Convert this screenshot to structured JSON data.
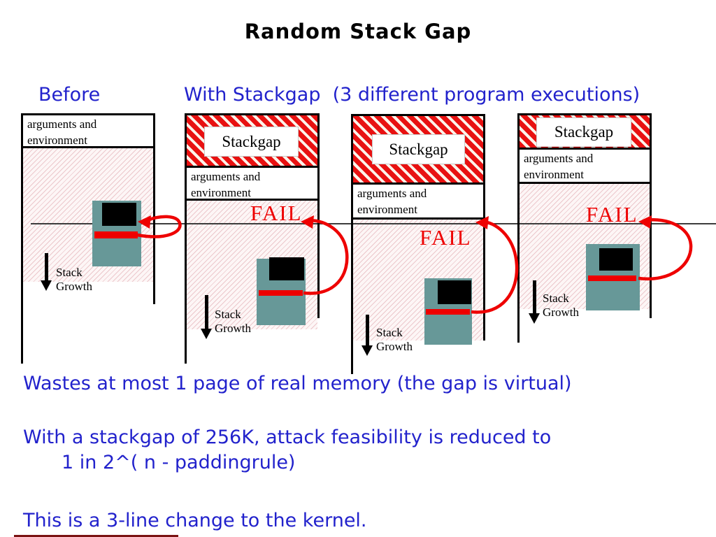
{
  "slide": {
    "title": "Random Stack Gap",
    "heading_before": "Before",
    "heading_with": "With Stackgap  (3 different program executions)",
    "notes": {
      "note1": "Wastes at most 1 page of real memory (the gap is virtual)",
      "note2_line1": "With a stackgap of 256K, attack feasibility is reduced to",
      "note2_line2": "1 in 2^( n - paddingrule)",
      "note3": "This is a 3-line change to the kernel."
    }
  },
  "diagram": {
    "stackgap_label": "Stackgap",
    "args_label": "arguments and environment",
    "fail_label": "FAIL",
    "stack_growth_line1": "Stack",
    "stack_growth_line2": "Growth"
  },
  "colors": {
    "heading_blue": "#2222cc",
    "stripe_red": "#e81111",
    "arrow_red": "#ee0000",
    "computer_teal": "#679898",
    "pink_hatch_bg": "#fdf6f6",
    "border_black": "#000000"
  }
}
